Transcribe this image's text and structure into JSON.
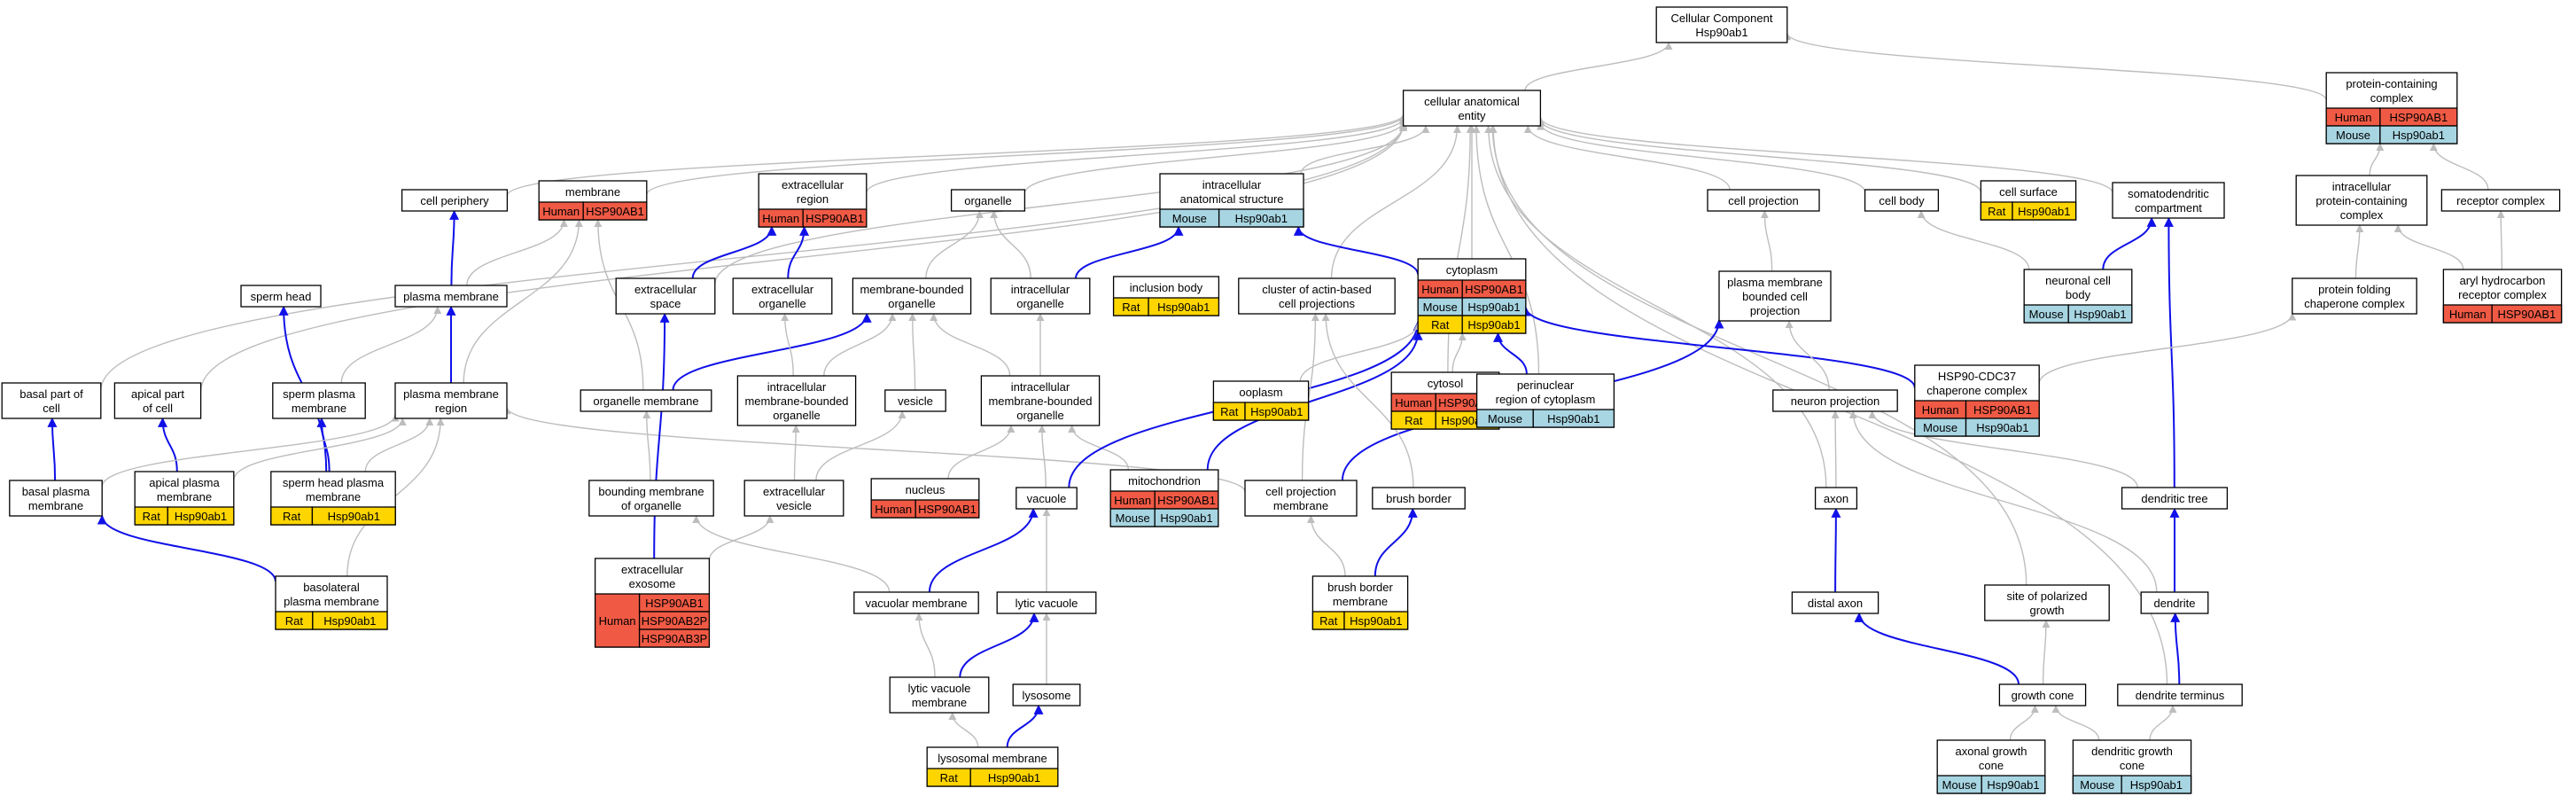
{
  "colors": {
    "Human": "#f05a45",
    "Mouse": "#a7d5e2",
    "Rat": "#ffd500",
    "edge_default": "#bdbdbd",
    "edge_highlight": "#1010e8"
  },
  "nodes": [
    {
      "id": "root",
      "lines": [
        "Cellular Component",
        "Hsp90ab1"
      ]
    },
    {
      "id": "cae",
      "lines": [
        "cellular anatomical",
        "entity"
      ]
    },
    {
      "id": "pcc",
      "lines": [
        "protein-containing",
        "complex"
      ],
      "ann": [
        {
          "sp": "Human",
          "genes": [
            "HSP90AB1"
          ]
        },
        {
          "sp": "Mouse",
          "genes": [
            "Hsp90ab1"
          ]
        }
      ]
    },
    {
      "id": "cellperiph",
      "lines": [
        "cell periphery"
      ]
    },
    {
      "id": "membrane",
      "lines": [
        "membrane"
      ],
      "ann": [
        {
          "sp": "Human",
          "genes": [
            "HSP90AB1"
          ]
        }
      ]
    },
    {
      "id": "extreg",
      "lines": [
        "extracellular",
        "region"
      ],
      "ann": [
        {
          "sp": "Human",
          "genes": [
            "HSP90AB1"
          ]
        }
      ]
    },
    {
      "id": "organelle",
      "lines": [
        "organelle"
      ]
    },
    {
      "id": "ias",
      "lines": [
        "intracellular",
        "anatomical structure"
      ],
      "ann": [
        {
          "sp": "Mouse",
          "genes": [
            "Hsp90ab1"
          ]
        }
      ]
    },
    {
      "id": "cellproj",
      "lines": [
        "cell projection"
      ]
    },
    {
      "id": "cellbody",
      "lines": [
        "cell body"
      ]
    },
    {
      "id": "cellsurf",
      "lines": [
        "cell surface"
      ],
      "ann": [
        {
          "sp": "Rat",
          "genes": [
            "Hsp90ab1"
          ]
        }
      ]
    },
    {
      "id": "somato",
      "lines": [
        "somatodendritic",
        "compartment"
      ]
    },
    {
      "id": "ipcc",
      "lines": [
        "intracellular",
        "protein-containing",
        "complex"
      ]
    },
    {
      "id": "receptor",
      "lines": [
        "receptor complex"
      ]
    },
    {
      "id": "spermhead",
      "lines": [
        "sperm head"
      ]
    },
    {
      "id": "pm",
      "lines": [
        "plasma membrane"
      ]
    },
    {
      "id": "extspace",
      "lines": [
        "extracellular",
        "space"
      ]
    },
    {
      "id": "extorg",
      "lines": [
        "extracellular",
        "organelle"
      ]
    },
    {
      "id": "mbo",
      "lines": [
        "membrane-bounded",
        "organelle"
      ]
    },
    {
      "id": "intraorg",
      "lines": [
        "intracellular",
        "organelle"
      ]
    },
    {
      "id": "inclusion",
      "lines": [
        "inclusion body"
      ],
      "ann": [
        {
          "sp": "Rat",
          "genes": [
            "Hsp90ab1"
          ]
        }
      ]
    },
    {
      "id": "cluster",
      "lines": [
        "cluster of actin-based",
        "cell projections"
      ]
    },
    {
      "id": "cytoplasm",
      "lines": [
        "cytoplasm"
      ],
      "ann": [
        {
          "sp": "Human",
          "genes": [
            "HSP90AB1"
          ]
        },
        {
          "sp": "Mouse",
          "genes": [
            "Hsp90ab1"
          ]
        },
        {
          "sp": "Rat",
          "genes": [
            "Hsp90ab1"
          ]
        }
      ]
    },
    {
      "id": "pmbcp",
      "lines": [
        "plasma membrane",
        "bounded cell",
        "projection"
      ]
    },
    {
      "id": "neuronbody",
      "lines": [
        "neuronal cell",
        "body"
      ],
      "ann": [
        {
          "sp": "Mouse",
          "genes": [
            "Hsp90ab1"
          ]
        }
      ]
    },
    {
      "id": "pfcc",
      "lines": [
        "protein folding",
        "chaperone complex"
      ]
    },
    {
      "id": "ahrc",
      "lines": [
        "aryl hydrocarbon",
        "receptor complex"
      ],
      "ann": [
        {
          "sp": "Human",
          "genes": [
            "HSP90AB1"
          ]
        }
      ]
    },
    {
      "id": "basalpart",
      "lines": [
        "basal part of",
        "cell"
      ]
    },
    {
      "id": "apicalpart",
      "lines": [
        "apical part",
        "of cell"
      ]
    },
    {
      "id": "spermpm",
      "lines": [
        "sperm plasma",
        "membrane"
      ]
    },
    {
      "id": "pmr",
      "lines": [
        "plasma membrane",
        "region"
      ]
    },
    {
      "id": "orgmem",
      "lines": [
        "organelle membrane"
      ]
    },
    {
      "id": "imbo",
      "lines": [
        "intracellular",
        "membrane-bounded",
        "organelle"
      ]
    },
    {
      "id": "vesicle",
      "lines": [
        "vesicle"
      ]
    },
    {
      "id": "imbo2",
      "lines": [
        "intracellular",
        "membrane-bounded",
        "organelle"
      ]
    },
    {
      "id": "ooplasm",
      "lines": [
        "ooplasm"
      ],
      "ann": [
        {
          "sp": "Rat",
          "genes": [
            "Hsp90ab1"
          ]
        }
      ]
    },
    {
      "id": "cytosol",
      "lines": [
        "cytosol"
      ],
      "ann": [
        {
          "sp": "Human",
          "genes": [
            "HSP90AB1"
          ]
        },
        {
          "sp": "Rat",
          "genes": [
            "Hsp90ab1"
          ]
        }
      ]
    },
    {
      "id": "perinuc",
      "lines": [
        "perinuclear",
        "region of cytoplasm"
      ],
      "ann": [
        {
          "sp": "Mouse",
          "genes": [
            "Hsp90ab1"
          ]
        }
      ]
    },
    {
      "id": "neuronproj",
      "lines": [
        "neuron projection"
      ]
    },
    {
      "id": "hsp90cdc37",
      "lines": [
        "HSP90-CDC37",
        "chaperone complex"
      ],
      "ann": [
        {
          "sp": "Human",
          "genes": [
            "HSP90AB1"
          ]
        },
        {
          "sp": "Mouse",
          "genes": [
            "Hsp90ab1"
          ]
        }
      ]
    },
    {
      "id": "basalpm",
      "lines": [
        "basal plasma",
        "membrane"
      ]
    },
    {
      "id": "apicalpm",
      "lines": [
        "apical plasma",
        "membrane"
      ],
      "ann": [
        {
          "sp": "Rat",
          "genes": [
            "Hsp90ab1"
          ]
        }
      ]
    },
    {
      "id": "spermheadpm",
      "lines": [
        "sperm head plasma",
        "membrane"
      ],
      "ann": [
        {
          "sp": "Rat",
          "genes": [
            "Hsp90ab1"
          ]
        }
      ]
    },
    {
      "id": "bmo",
      "lines": [
        "bounding membrane",
        "of organelle"
      ]
    },
    {
      "id": "extves",
      "lines": [
        "extracellular",
        "vesicle"
      ]
    },
    {
      "id": "nucleus",
      "lines": [
        "nucleus"
      ],
      "ann": [
        {
          "sp": "Human",
          "genes": [
            "HSP90AB1"
          ]
        }
      ]
    },
    {
      "id": "vacuole",
      "lines": [
        "vacuole"
      ]
    },
    {
      "id": "mito",
      "lines": [
        "mitochondrion"
      ],
      "ann": [
        {
          "sp": "Human",
          "genes": [
            "HSP90AB1"
          ]
        },
        {
          "sp": "Mouse",
          "genes": [
            "Hsp90ab1"
          ]
        }
      ]
    },
    {
      "id": "cpm",
      "lines": [
        "cell projection",
        "membrane"
      ]
    },
    {
      "id": "brushborder",
      "lines": [
        "brush border"
      ]
    },
    {
      "id": "axon",
      "lines": [
        "axon"
      ]
    },
    {
      "id": "dendtree",
      "lines": [
        "dendritic tree"
      ]
    },
    {
      "id": "basolat",
      "lines": [
        "basolateral",
        "plasma membrane"
      ],
      "ann": [
        {
          "sp": "Rat",
          "genes": [
            "Hsp90ab1"
          ]
        }
      ]
    },
    {
      "id": "exosome",
      "lines": [
        "extracellular",
        "exosome"
      ],
      "ann": [
        {
          "sp": "Human",
          "genes": [
            "HSP90AB1",
            "HSP90AB2P",
            "HSP90AB3P"
          ]
        }
      ]
    },
    {
      "id": "vacmem",
      "lines": [
        "vacuolar membrane"
      ]
    },
    {
      "id": "lytvac",
      "lines": [
        "lytic vacuole"
      ]
    },
    {
      "id": "bbm",
      "lines": [
        "brush border",
        "membrane"
      ],
      "ann": [
        {
          "sp": "Rat",
          "genes": [
            "Hsp90ab1"
          ]
        }
      ]
    },
    {
      "id": "distalaxon",
      "lines": [
        "distal axon"
      ]
    },
    {
      "id": "sopg",
      "lines": [
        "site of polarized",
        "growth"
      ]
    },
    {
      "id": "dendrite",
      "lines": [
        "dendrite"
      ]
    },
    {
      "id": "lvm",
      "lines": [
        "lytic vacuole",
        "membrane"
      ]
    },
    {
      "id": "lysosome",
      "lines": [
        "lysosome"
      ]
    },
    {
      "id": "growthcone",
      "lines": [
        "growth cone"
      ]
    },
    {
      "id": "dendterm",
      "lines": [
        "dendrite terminus"
      ]
    },
    {
      "id": "lysomem",
      "lines": [
        "lysosomal membrane"
      ],
      "ann": [
        {
          "sp": "Rat",
          "genes": [
            "Hsp90ab1"
          ]
        }
      ]
    },
    {
      "id": "axgc",
      "lines": [
        "axonal growth",
        "cone"
      ],
      "ann": [
        {
          "sp": "Mouse",
          "genes": [
            "Hsp90ab1"
          ]
        }
      ]
    },
    {
      "id": "dendgc",
      "lines": [
        "dendritic growth",
        "cone"
      ],
      "ann": [
        {
          "sp": "Mouse",
          "genes": [
            "Hsp90ab1"
          ]
        }
      ]
    }
  ],
  "edges": [
    [
      "cae",
      "root",
      0
    ],
    [
      "pcc",
      "root",
      0
    ],
    [
      "cellperiph",
      "cae",
      0
    ],
    [
      "membrane",
      "cae",
      0
    ],
    [
      "extreg",
      "cae",
      0
    ],
    [
      "organelle",
      "cae",
      0
    ],
    [
      "ias",
      "cae",
      0
    ],
    [
      "cellproj",
      "cae",
      0
    ],
    [
      "cellbody",
      "cae",
      0
    ],
    [
      "cellsurf",
      "cae",
      0
    ],
    [
      "somato",
      "cae",
      0
    ],
    [
      "basalpart",
      "cae",
      0
    ],
    [
      "apicalpart",
      "cae",
      0
    ],
    [
      "extspace",
      "cae",
      0
    ],
    [
      "cluster",
      "cae",
      0
    ],
    [
      "cytoplasm",
      "cae",
      0
    ],
    [
      "cytosol",
      "cae",
      0
    ],
    [
      "perinuc",
      "cae",
      0
    ],
    [
      "axon",
      "cae",
      0
    ],
    [
      "sopg",
      "cae",
      0
    ],
    [
      "dendterm",
      "cae",
      0
    ],
    [
      "ipcc",
      "pcc",
      0
    ],
    [
      "receptor",
      "pcc",
      0
    ],
    [
      "pm",
      "cellperiph",
      1
    ],
    [
      "pm",
      "membrane",
      0
    ],
    [
      "extspace",
      "extreg",
      1
    ],
    [
      "extorg",
      "extreg",
      1
    ],
    [
      "mbo",
      "organelle",
      0
    ],
    [
      "intraorg",
      "organelle",
      0
    ],
    [
      "intraorg",
      "ias",
      1
    ],
    [
      "cytoplasm",
      "ias",
      1
    ],
    [
      "pmbcp",
      "cellproj",
      0
    ],
    [
      "neuronbody",
      "cellbody",
      0
    ],
    [
      "neuronbody",
      "somato",
      1
    ],
    [
      "dendtree",
      "somato",
      1
    ],
    [
      "pfcc",
      "ipcc",
      0
    ],
    [
      "ahrc",
      "ipcc",
      0
    ],
    [
      "ahrc",
      "receptor",
      0
    ],
    [
      "hsp90cdc37",
      "pfcc",
      0
    ],
    [
      "basalpm",
      "basalpart",
      1
    ],
    [
      "apicalpm",
      "apicalpart",
      1
    ],
    [
      "spermheadpm",
      "spermhead",
      1
    ],
    [
      "spermheadpm",
      "spermpm",
      1
    ],
    [
      "spermpm",
      "pm",
      0
    ],
    [
      "pmr",
      "pm",
      1
    ],
    [
      "basalpm",
      "pmr",
      0
    ],
    [
      "apicalpm",
      "pmr",
      0
    ],
    [
      "spermheadpm",
      "pmr",
      0
    ],
    [
      "basolat",
      "pmr",
      0
    ],
    [
      "basolat",
      "basalpm",
      1
    ],
    [
      "cpm",
      "pmr",
      0
    ],
    [
      "pmr",
      "membrane",
      0
    ],
    [
      "orgmem",
      "membrane",
      0
    ],
    [
      "orgmem",
      "mbo",
      1
    ],
    [
      "imbo",
      "extorg",
      0
    ],
    [
      "imbo",
      "mbo",
      0
    ],
    [
      "vesicle",
      "mbo",
      0
    ],
    [
      "imbo2",
      "mbo",
      0
    ],
    [
      "imbo2",
      "intraorg",
      0
    ],
    [
      "bmo",
      "orgmem",
      0
    ],
    [
      "extves",
      "vesicle",
      0
    ],
    [
      "extves",
      "imbo",
      0
    ],
    [
      "exosome",
      "extspace",
      1
    ],
    [
      "exosome",
      "extves",
      0
    ],
    [
      "nucleus",
      "imbo2",
      0
    ],
    [
      "vacuole",
      "imbo2",
      0
    ],
    [
      "mito",
      "imbo2",
      0
    ],
    [
      "mito",
      "cytoplasm",
      1
    ],
    [
      "vacuole",
      "cytoplasm",
      1
    ],
    [
      "hsp90cdc37",
      "cytoplasm",
      1
    ],
    [
      "ooplasm",
      "cytoplasm",
      0
    ],
    [
      "cytosol",
      "cytoplasm",
      0
    ],
    [
      "perinuc",
      "cytoplasm",
      1
    ],
    [
      "cpm",
      "pmbcp",
      1
    ],
    [
      "cpm",
      "cluster",
      0
    ],
    [
      "brushborder",
      "cluster",
      0
    ],
    [
      "bbm",
      "brushborder",
      1
    ],
    [
      "bbm",
      "cpm",
      0
    ],
    [
      "neuronproj",
      "pmbcp",
      0
    ],
    [
      "axon",
      "neuronproj",
      0
    ],
    [
      "dendtree",
      "neuronproj",
      0
    ],
    [
      "dendrite",
      "neuronproj",
      0
    ],
    [
      "distalaxon",
      "axon",
      1
    ],
    [
      "dendrite",
      "dendtree",
      1
    ],
    [
      "dendterm",
      "dendrite",
      1
    ],
    [
      "growthcone",
      "distalaxon",
      1
    ],
    [
      "growthcone",
      "sopg",
      0
    ],
    [
      "axgc",
      "growthcone",
      0
    ],
    [
      "dendgc",
      "growthcone",
      0
    ],
    [
      "dendgc",
      "dendterm",
      0
    ],
    [
      "vacmem",
      "bmo",
      0
    ],
    [
      "vacmem",
      "vacuole",
      1
    ],
    [
      "lytvac",
      "vacuole",
      0
    ],
    [
      "lvm",
      "vacmem",
      0
    ],
    [
      "lvm",
      "lytvac",
      1
    ],
    [
      "lysosome",
      "lytvac",
      0
    ],
    [
      "lysomem",
      "lvm",
      0
    ],
    [
      "lysomem",
      "lysosome",
      1
    ]
  ]
}
